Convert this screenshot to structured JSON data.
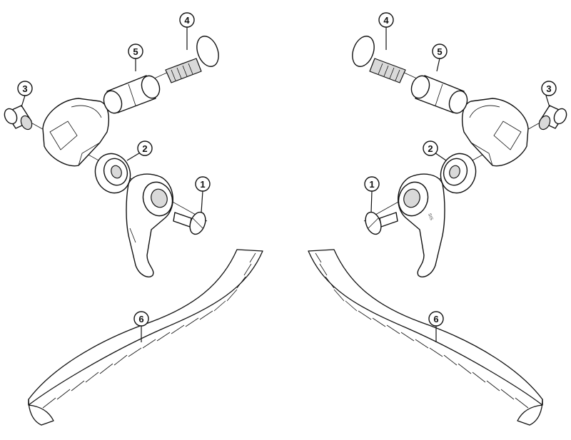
{
  "callouts": {
    "left_1": "1",
    "left_2": "2",
    "left_3": "3",
    "left_4": "4",
    "left_5": "5",
    "left_6": "6",
    "right_1": "1",
    "right_2": "2",
    "right_3": "3",
    "right_4": "4",
    "right_5": "5",
    "right_6": "6"
  },
  "lever_marking": "SIS"
}
